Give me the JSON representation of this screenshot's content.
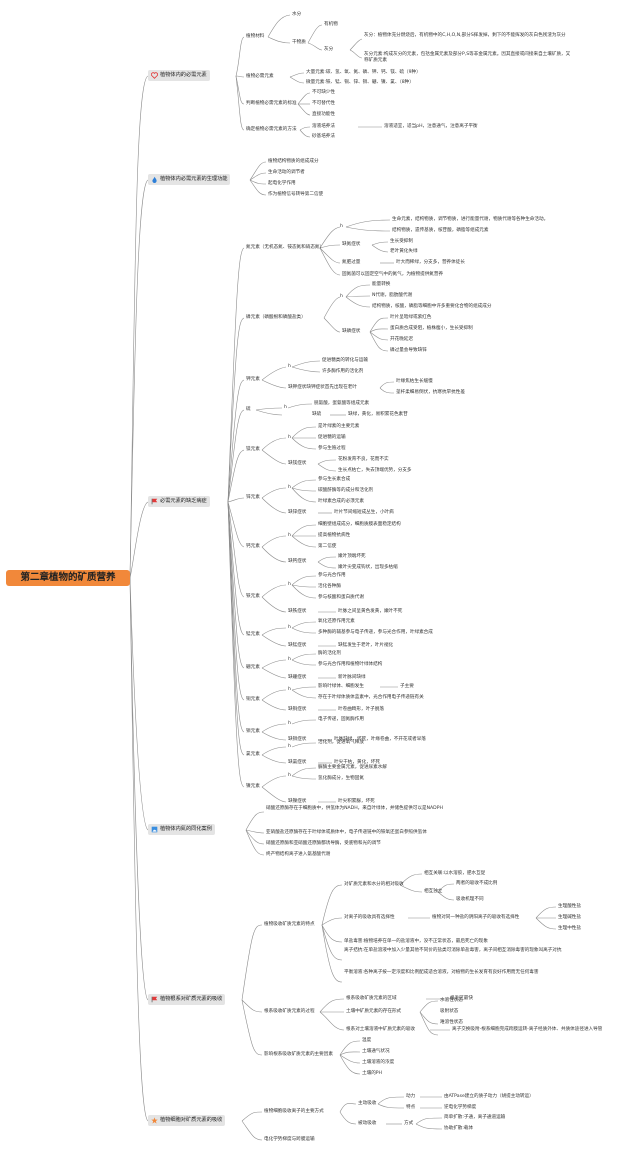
{
  "root": "第二章植物的矿质营养",
  "branches": [
    {
      "label": "植物体内的必需元素",
      "icon": "heart-icon"
    },
    {
      "label": "植物体内必需元素的生理功能",
      "icon": "flame-icon"
    },
    {
      "label": "必需元素的缺乏病症",
      "icon": "flag-icon"
    },
    {
      "label": "植物体内氮的同化案例",
      "icon": "image-icon"
    },
    {
      "label": "植物根系对矿质元素的吸收",
      "icon": "flag-icon"
    },
    {
      "label": "植物细胞对矿质元素的吸收",
      "icon": "star-icon"
    }
  ],
  "b1": {
    "n1": "植物材料",
    "n1a": "水分",
    "n1b": "干物质",
    "n1b1": "有机物",
    "n1b2": "灰分",
    "n1b2a": "灰分：植物体充分燃烧后，有机物中的C,H,O,N,部分S挥发掉，剩下的不能挥发的灰白色残渣为灰分",
    "n1b2b": "灰分元素:构成灰分的元素，包括金属元素及部分P,S等非金属元素。因其直接或间接来自土壤矿质，又称矿质元素",
    "n2": "植物必需元素",
    "n2a": "大量元素:碳、氢、氧、氮、磷、钾、钙、镁、硫（9种）",
    "n2b": "微量元素:铁、锰、铜、锌、钼、硼、镍、氯、（8种）",
    "n3": "判断植物必需元素的标准",
    "n3a": "不可缺少性",
    "n3b": "不可替代性",
    "n3c": "直接功能性",
    "n4": "确定植物必需元素的方法",
    "n4a": "溶液培养法",
    "n4a1": "溶液适宜，适当pH，注意通气，注意离子平衡",
    "n4b": "砂基培养法"
  },
  "b2": {
    "a": "植物结构物质的组成成分",
    "b": "生命活动的调节者",
    "c": "起电化学作用",
    "d": "作为植物信号转导第二信使"
  },
  "b3": {
    "n": {
      "head": "氮元素（无机态氮、铵态氮和硝态氮）",
      "f": "h",
      "f1": "生命元素，结构物质，调节物质，进行能量代谢，物质代谢等各种生命活动。",
      "f2": "结构物质，遗传基质，核苷酸，磷脂等组成元素",
      "s": "缺氮症状",
      "s1": "生长受抑制",
      "s2": "老叶黄化失绿",
      "e": "氮肥过量",
      "e1": "叶大而稀绿，分支多，营养体徒长",
      "g": "固氮菌可以固定空气中的氮气，为植物提供氮营养"
    },
    "p": {
      "head": "磷元素（磷酸根和磷酸盐类）",
      "f": "h",
      "f1": "能量转换",
      "f2": "N代谢，脂肪酸代谢",
      "f3": "结构物质，核酸，磷脂等细胞中许多重要化合物的组成成分",
      "s": "缺磷症状",
      "s1": "叶片呈暗绿或紫红色",
      "s2": "蛋白质合成受阻，植株瘦小，生长受抑制",
      "s3": "开花晚延迟",
      "s4": "磷过量会导致缺锌"
    },
    "k": {
      "head": "钾元素",
      "f": "h",
      "f1": "促进糖类的转化与运输",
      "f2": "许多酶作用的活化剂",
      "s": "缺钾症状缺钾症状首先出现在老叶",
      "s1": "叶缘焦枯生长缓慢",
      "s2": "茎杆柔细易倒伏，抗寒抗旱抗性差"
    },
    "s": {
      "head": "硫",
      "f": "h",
      "f1": "胱氨酸，蛋氨酸等组成元素",
      "s": "缺硫",
      "s1": "缺绿，黄化，易积累花色素苷"
    },
    "mg": {
      "head": "镁元素",
      "f": "h",
      "f1": "是叶绿素的主要元素",
      "f2": "促进糖的运输",
      "f3": "参与生殖过程",
      "s": "缺镁症状",
      "s1": "花粉发育不良，花而不实",
      "s2": "生长点枯亡，失去顶端优势，分支多"
    },
    "zn": {
      "head": "锌元素",
      "f": "h",
      "f1": "参与生长素合成",
      "f2": "碳酸酐酶等的成分和活化剂",
      "f3": "叶绿素合成的必须元素",
      "s": "缺锌症状",
      "s1": "叶片节间缩短成丛生，小叶病"
    },
    "ca": {
      "head": "钙元素",
      "f": "h",
      "f1": "细胞壁组成成分，细胞质膜表面稳定结构",
      "f2": "提高植物抗病性",
      "f3": "第二信使",
      "s": "缺钙症状",
      "s1": "嫩叶顶端坏死",
      "s2": "嫩叶尖变成钩状，出现多枯缩"
    },
    "fe": {
      "head": "铁元素",
      "f": "h",
      "f1": "参与光合作用",
      "f2": "活化各种酶",
      "f3": "参与核酸和蛋白质代谢",
      "s": "缺铁症状",
      "s1": "叶脉之间呈黄色发黄，嫩叶不死"
    },
    "mn": {
      "head": "锰元素",
      "f": "h",
      "f1": "氧化还原作用元素",
      "f2": "多种酶的辅基参与电子传递，参与光合作用，叶绿素合成",
      "s": "缺锰症状",
      "s1": "缺锰发生于老叶，叶片褪化"
    },
    "b": {
      "head": "硼元素",
      "f": "h",
      "f1": "酶的活化剂",
      "f2": "参与光合作用和植物叶绿体结构",
      "s": "缺硼症状",
      "s1": "新叶脉间缺绿"
    },
    "cu": {
      "head": "铜元素",
      "f": "h",
      "f1": "影响叶绿体、细胞发生",
      "f1a": "子主要",
      "f2": "存在于叶绿体质体蓝素中，光合作用电子传递链有关",
      "s": "缺铜症状",
      "s1": "叶卷曲畸形，叶子脱落"
    },
    "mo": {
      "head": "钼元素",
      "f": "h",
      "f1": "电子传递，固氮酶作用",
      "s": "缺钼症状",
      "s1": "叶脉缺绿，坏死，叶缘卷曲，不开花或者早落"
    },
    "cl": {
      "head": "氯元素",
      "f": "h",
      "f1": "活化剂，促进氧气释放",
      "s": "缺氯症状",
      "s1": "叶尖干枯，黄化，坏死"
    },
    "ni": {
      "head": "镍元素",
      "f": "h",
      "f1": "脲酶主要金属元素，促进尿素水解",
      "f2": "氢化酶成分，生物固氮",
      "s": "缺镍症状",
      "s1": "叶尖积累脲，坏死"
    }
  },
  "b4": {
    "a": "硝酸还原酶存在于细胞质中，供氢体为NADH，来自叶绿体，并储色提供可以是NADPH",
    "b": "亚硝酸盐还原酶存在于叶绿体或质体中，电子传递链中的铁氧还蛋白参照供氢体",
    "c": "硝酸还原酶和亚硝酸还原酶都诱导酶，受底物和光的调节",
    "d": "终产物结构离子进入氨基酸代谢"
  },
  "b5": {
    "n1": "植物吸收矿质元素的特点",
    "n1a": "对矿质元素和水分的相对吸收",
    "n1a1": "相互关联:以水溶胶，肥水互促",
    "n1a2": "相互独立",
    "n1a2a": "两者的吸收不成比例",
    "n1a2b": "吸收机理不同",
    "n1b": "对离子的吸收具有选择性",
    "n1b1": "植物对同一种盐的阴阳离子的吸收有选择性",
    "n1b1a": "生理酸性盐",
    "n1b1b": "生理碱性盐",
    "n1b1c": "生理中性盐",
    "n1c": "单盐毒害:植物培养在单一的盐溶液中，没不正常状态，最后死亡的现象",
    "n1d": "离子拮抗:在单盐溶液中加入少量其他不同价的盐类可消除单盐毒害，离子间相互消除毒害的现象叫离子对抗",
    "n1e": "平衡溶液:各种离子按一定浓度和比例配成适合溶液，对植物的生长发育有良好作用而无任何毒害",
    "n2": "根系吸收矿质元素的过程",
    "n2a": "根系吸收矿质元素的区域",
    "n2a1": "根毛区最快",
    "n2b": "土壤中矿质元素的存在形式",
    "n2b1": "水溶性状态",
    "n2b2": "吸附状态",
    "n2b3": "难溶性状态",
    "n2c": "根系对土壤溶液中矿质元素的吸收",
    "n2c1": "离子交换吸附-根系细胞完成跨膜运转-离子经质外体、共质体途径进入导管",
    "n3": "影响根系吸收矿质元素的主要因素",
    "n3a": "温度",
    "n3b": "土壤通气状况",
    "n3c": "土壤溶液的浓度",
    "n3d": "土壤的PH"
  },
  "b6": {
    "n1": "植物细胞吸收离子的主要方式",
    "n1a": "主动吸收",
    "n1a1": "动力",
    "n1a1a": "由ATPase建立的质子动力（胡提主动转运）",
    "n1a2": "特点",
    "n1a2a": "逆电化学势梯度",
    "n1b": "被动吸收",
    "n1b1": "方式",
    "n1b1a": "简单扩散:子通，离子通道运输",
    "n1b1b": "协助扩散:载体",
    "n2": "电化学势梯度与跨膜运输"
  }
}
